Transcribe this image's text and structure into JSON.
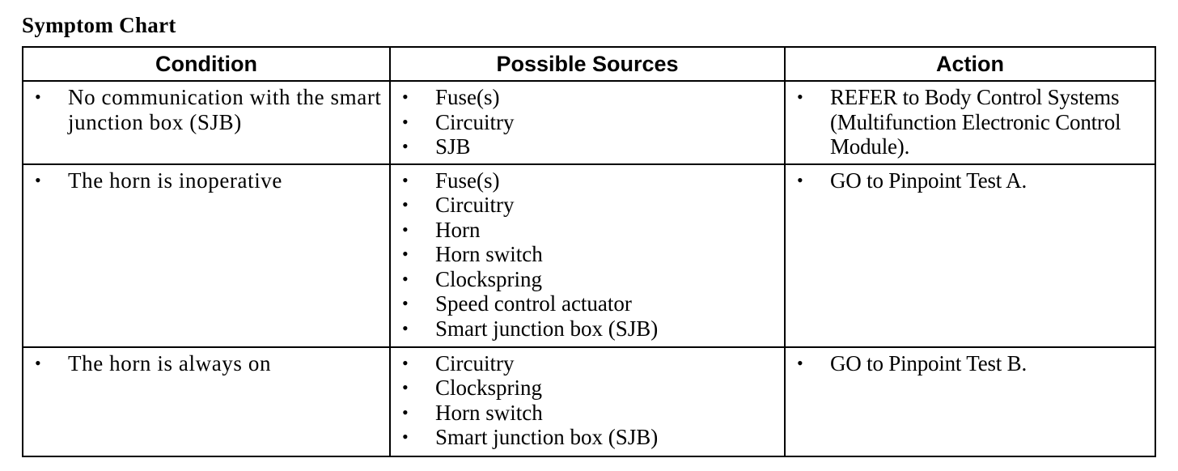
{
  "title": "Symptom Chart",
  "headers": {
    "condition": "Condition",
    "sources": "Possible Sources",
    "action": "Action"
  },
  "rows": [
    {
      "condition": [
        "No communication with the smart junction box (SJB)"
      ],
      "sources": [
        "Fuse(s)",
        "Circuitry",
        "SJB"
      ],
      "action": [
        "REFER to Body Control Systems (Multifunction Electronic Control Module)."
      ]
    },
    {
      "condition": [
        "The horn is inoperative"
      ],
      "sources": [
        "Fuse(s)",
        "Circuitry",
        "Horn",
        "Horn switch",
        "Clockspring",
        "Speed control actuator",
        "Smart junction box (SJB)"
      ],
      "action": [
        "GO to Pinpoint Test A."
      ]
    },
    {
      "condition": [
        "The horn is always on"
      ],
      "sources": [
        "Circuitry",
        "Clockspring",
        "Horn switch",
        "Smart junction box (SJB)"
      ],
      "action": [
        "GO to Pinpoint Test B."
      ]
    }
  ],
  "bullet": "•"
}
